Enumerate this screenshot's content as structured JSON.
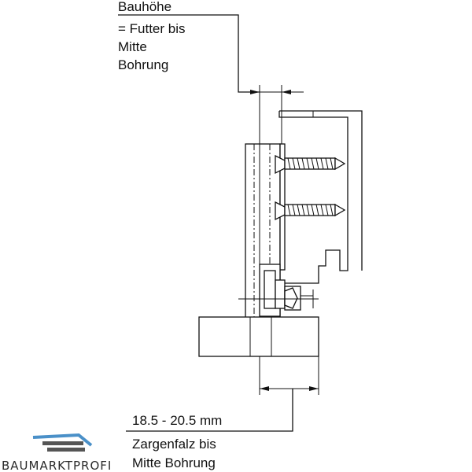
{
  "top_label": {
    "line1": "Bauhöhe",
    "line2": "= Futter bis",
    "line3": "Mitte",
    "line4": "Bohrung"
  },
  "bottom_label": {
    "dimension": "18.5 - 20.5 mm",
    "line1": "Zargenfalz bis",
    "line2": "Mitte Bohrung"
  },
  "logo": {
    "text": "BAUMARKTPROFI",
    "accent_color": "#4a90c8"
  },
  "colors": {
    "line": "#111111",
    "background": "#ffffff"
  }
}
